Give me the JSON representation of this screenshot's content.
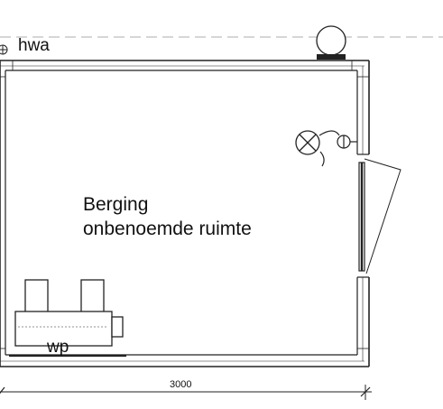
{
  "plan": {
    "room": {
      "name": "Berging",
      "type": "onbenoemde ruimte"
    },
    "tags": {
      "hwa": "hwa",
      "wp": "wp"
    },
    "dimension": {
      "width_label": "3000"
    },
    "colors": {
      "line": "#222222",
      "dashed_line": "#bdbdbd",
      "wall_fill": "#ffffff"
    },
    "symbols": [
      "hwa-downpipe-icon",
      "roof-vent-icon",
      "light-fixture-icon",
      "switch-icon",
      "door-swing-icon",
      "heat-pump-unit-icon"
    ]
  }
}
